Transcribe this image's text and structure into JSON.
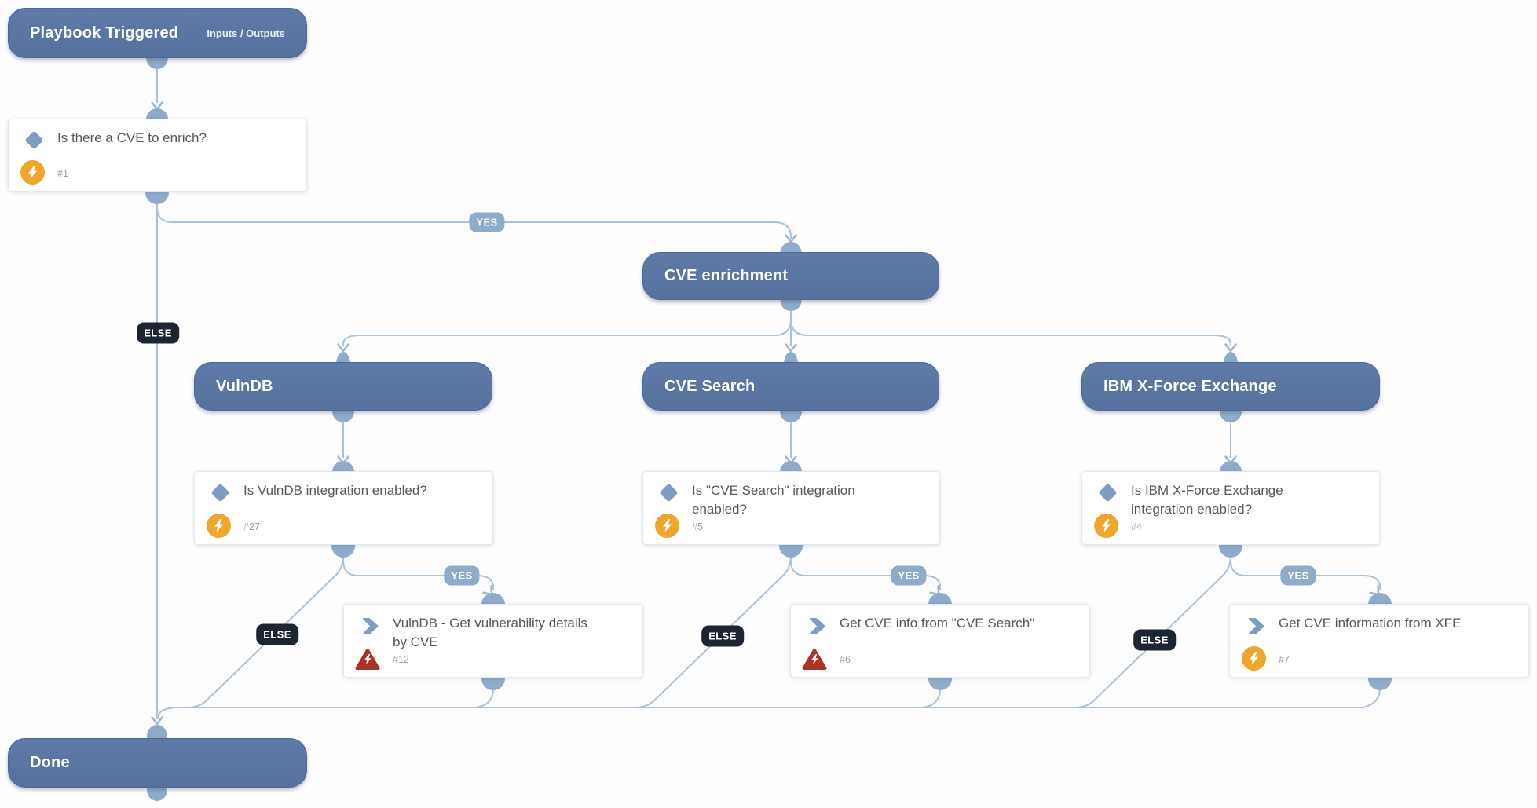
{
  "labels": {
    "yes": "YES",
    "else": "ELSE"
  },
  "colors": {
    "header_bg": "#5b76a3",
    "connector": "#8fabcb",
    "edge_line": "#aac2da",
    "yes_badge_bg": "#8fabcb",
    "else_badge_bg": "#1c2633",
    "condition_icon": "#7e9dc1",
    "automation_badge": "#f0a62c",
    "error_badge": "#aa3327",
    "card_title_text": "#54595f",
    "task_number_text": "#9aa1a8"
  },
  "nodes": {
    "playbook_triggered": {
      "title": "Playbook Triggered",
      "action": "Inputs / Outputs"
    },
    "is_cve_to_enrich": {
      "title": "Is there a CVE to enrich?",
      "number": "#1"
    },
    "cve_enrichment": {
      "title": "CVE enrichment"
    },
    "vulndb": {
      "title": "VulnDB"
    },
    "cve_search": {
      "title": "CVE Search"
    },
    "ibm_xforce": {
      "title": "IBM X-Force Exchange"
    },
    "is_vulndb_enabled": {
      "title": "Is VulnDB integration enabled?",
      "number": "#27"
    },
    "is_cve_search_enabled": {
      "title": "Is \"CVE Search\" integration enabled?",
      "number": "#5"
    },
    "is_xfe_enabled": {
      "title": "Is IBM X-Force Exchange integration enabled?",
      "number": "#4"
    },
    "get_vulndb_details": {
      "title": "VulnDB - Get vulnerability details by CVE",
      "number": "#12"
    },
    "get_cve_info_cve_search": {
      "title": "Get CVE info from \"CVE Search\"",
      "number": "#6"
    },
    "get_cve_info_xfe": {
      "title": "Get CVE information from XFE",
      "number": "#7"
    },
    "done": {
      "title": "Done"
    }
  }
}
